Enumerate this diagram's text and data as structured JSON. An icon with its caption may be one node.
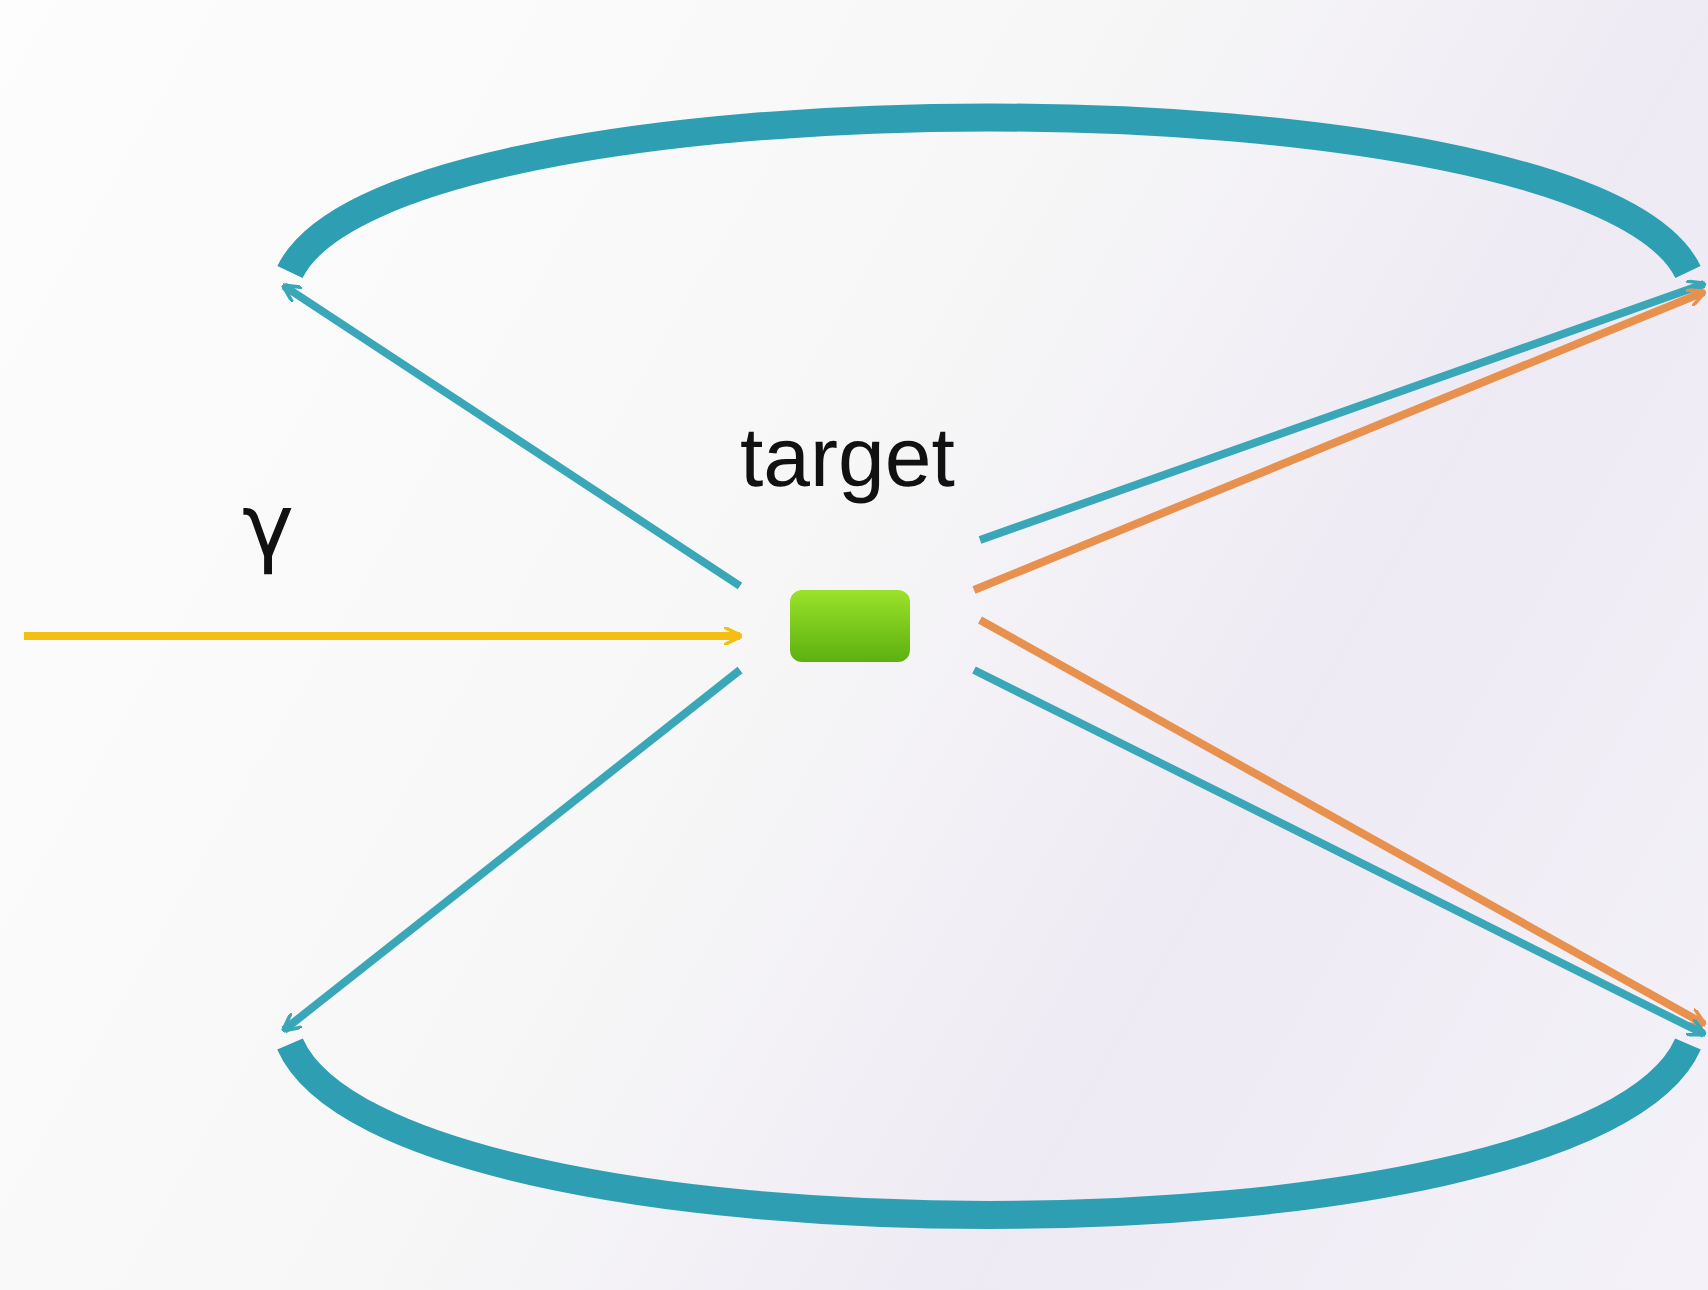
{
  "diagram": {
    "nodes": [
      {
        "text": [
          "target"
        ]
      },
      {
        "text": [],
        "shape": "bar"
      },
      {
        "text": [],
        "shape": "bar"
      }
    ],
    "edges": [
      {
        "from": null,
        "to": 0,
        "arrow": "to",
        "label": "γ",
        "color": "#f5be12"
      },
      {
        "from": 0,
        "to": 1,
        "arrow": "to"
      },
      {
        "from": 0,
        "to": 1,
        "arrow": "to"
      },
      {
        "from": 0,
        "to": 1,
        "arrow": "to",
        "color": "#e8914f"
      },
      {
        "from": 0,
        "to": 2,
        "arrow": "to"
      },
      {
        "from": 0,
        "to": 2,
        "arrow": "to",
        "color": "#e8914f"
      },
      {
        "from": 0,
        "to": 2,
        "arrow": "to"
      }
    ]
  }
}
